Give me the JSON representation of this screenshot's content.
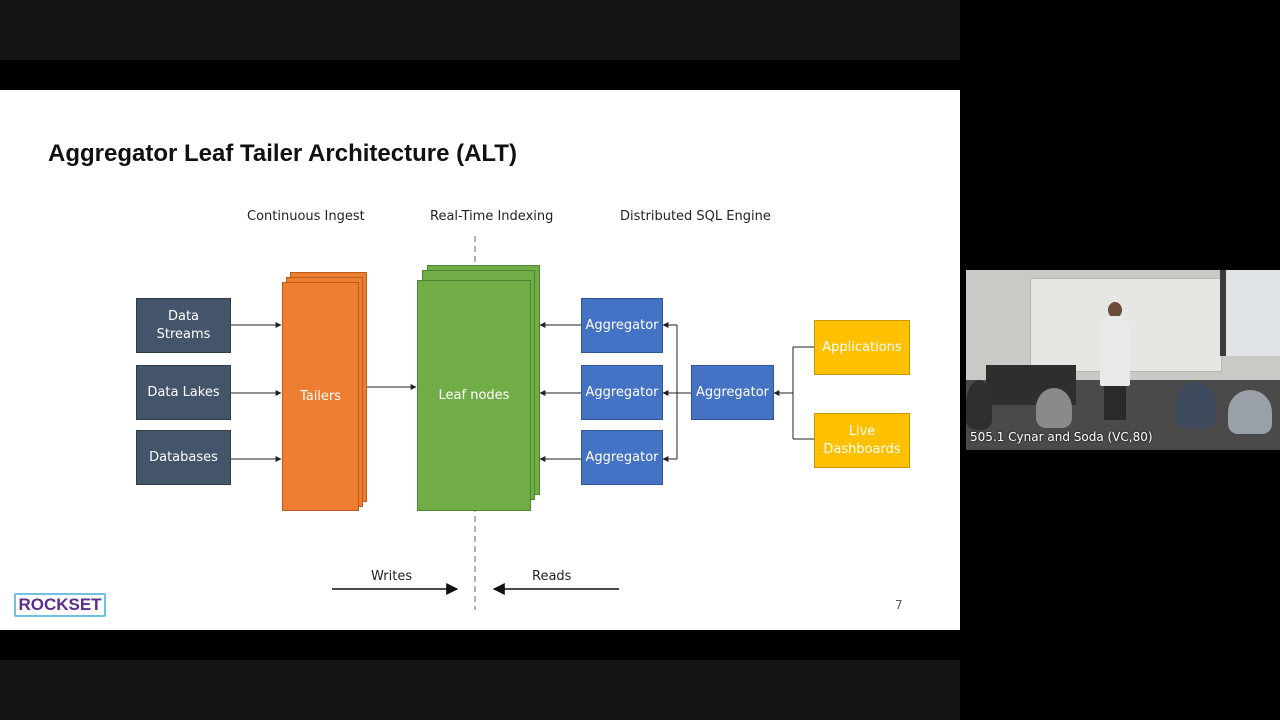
{
  "slide": {
    "title": "Aggregator Leaf Tailer Architecture (ALT)",
    "headers": {
      "ingest": "Continuous Ingest",
      "indexing": "Real-Time Indexing",
      "sql": "Distributed SQL Engine"
    },
    "sources": [
      "Data\nStreams",
      "Data Lakes",
      "Databases"
    ],
    "tailers": "Tailers",
    "leaf_nodes": "Leaf nodes",
    "aggregators": [
      "Aggregator",
      "Aggregator",
      "Aggregator"
    ],
    "root_aggregator": "Aggregator",
    "apps": [
      "Applications",
      "Live\nDashboards"
    ],
    "writes_label": "Writes",
    "reads_label": "Reads",
    "logo_text": "ROCKSET",
    "page_number": "7",
    "colors": {
      "sources": "#44546a",
      "tailers": "#ed7d31",
      "leaf": "#70ad47",
      "aggregator": "#4472c4",
      "apps": "#ffc000"
    }
  },
  "video": {
    "caption": "505.1 Cynar and Soda (VC,80)"
  }
}
